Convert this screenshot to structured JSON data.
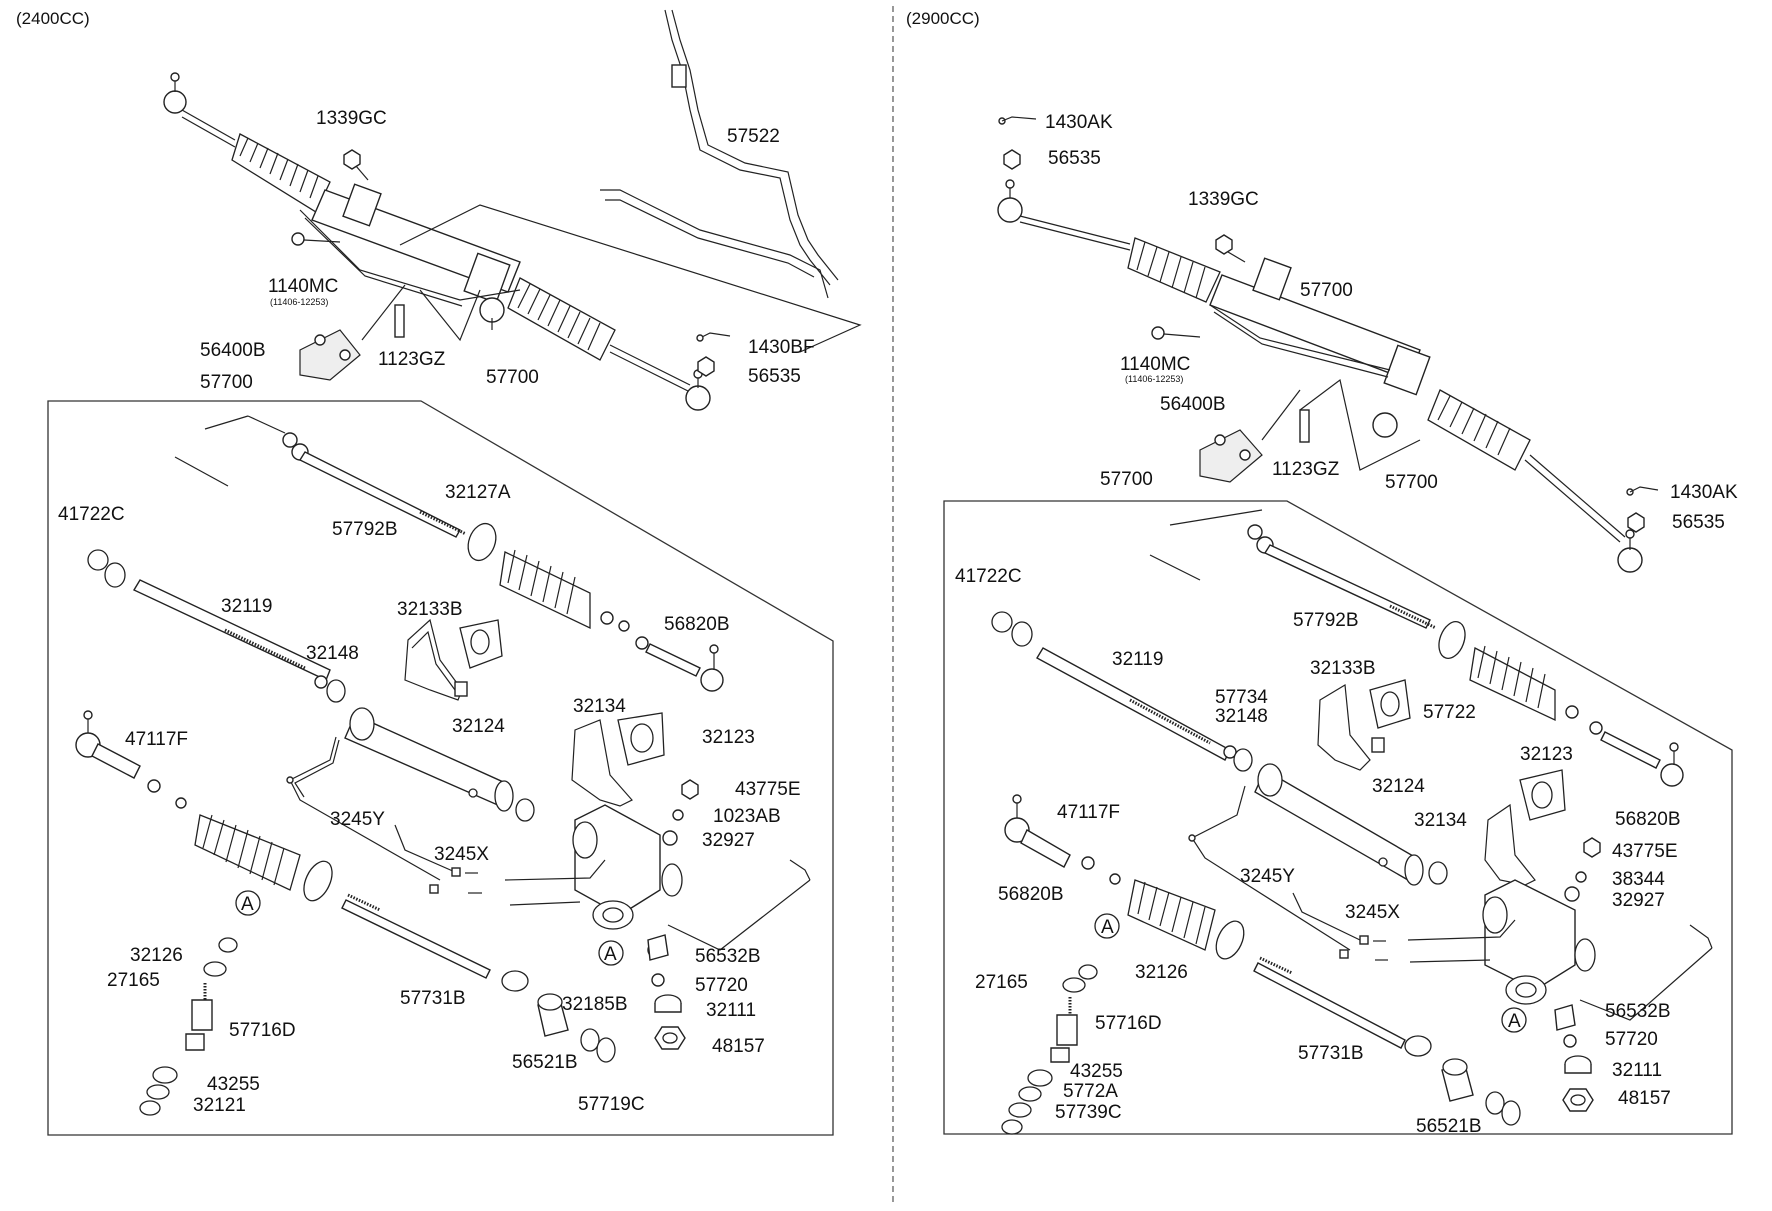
{
  "sections": [
    {
      "header": "(2400CC)"
    },
    {
      "header": "(2900CC)"
    }
  ],
  "left_labels": {
    "p1339GC": "1339GC",
    "p57522": "57522",
    "p1140MC": "1140MC",
    "p1140MC_sub": "(11406-12253)",
    "p56400B": "56400B",
    "p1123GZ": "1123GZ",
    "p57700a": "57700",
    "p57700b": "57700",
    "p1430BF": "1430BF",
    "p56535": "56535",
    "p32127A": "32127A",
    "p57792B": "57792B",
    "p41722C": "41722C",
    "p32119": "32119",
    "p32148": "32148",
    "p32133B": "32133B",
    "p56820B": "56820B",
    "p32124": "32124",
    "p32134": "32134",
    "p32123": "32123",
    "p47117F": "47117F",
    "p43775E": "43775E",
    "p3245Y": "3245Y",
    "p1023AB": "1023AB",
    "p3245X": "3245X",
    "p32927": "32927",
    "pA1": "A",
    "pA2": "A",
    "p32126": "32126",
    "p56532B": "56532B",
    "p27165": "27165",
    "p57720": "57720",
    "p57731B": "57731B",
    "p32185B": "32185B",
    "p32111": "32111",
    "p57716D": "57716D",
    "p48157": "48157",
    "p56521B": "56521B",
    "p43255": "43255",
    "p32121": "32121",
    "p57719C": "57719C"
  },
  "right_labels": {
    "p1430AKa": "1430AK",
    "p56535a": "56535",
    "p1339GC": "1339GC",
    "p57700a": "57700",
    "p1140MC": "1140MC",
    "p1140MC_sub": "(11406-12253)",
    "p56400B": "56400B",
    "p1123GZ": "1123GZ",
    "p57700b": "57700",
    "p57700c": "57700",
    "p1430AKb": "1430AK",
    "p56535b": "56535",
    "p41722C": "41722C",
    "p57792B": "57792B",
    "p32119": "32119",
    "p57734": "57734",
    "p32148": "32148",
    "p32133B": "32133B",
    "p57722": "57722",
    "p32124": "32124",
    "p32123": "32123",
    "p47117F": "47117F",
    "p32134": "32134",
    "p56820B_a": "56820B",
    "p43775E": "43775E",
    "p3245Y": "3245Y",
    "p56820B_b": "56820B",
    "p38344": "38344",
    "p32927": "32927",
    "p3245X": "3245X",
    "pA1": "A",
    "p32126": "32126",
    "p27165": "27165",
    "p56532B": "56532B",
    "pA2": "A",
    "p57716D": "57716D",
    "p57720": "57720",
    "p57731B": "57731B",
    "p32111": "32111",
    "p43255": "43255",
    "p5772A": "5772A",
    "p57739C": "57739C",
    "p48157": "48157",
    "p56521B": "56521B"
  }
}
